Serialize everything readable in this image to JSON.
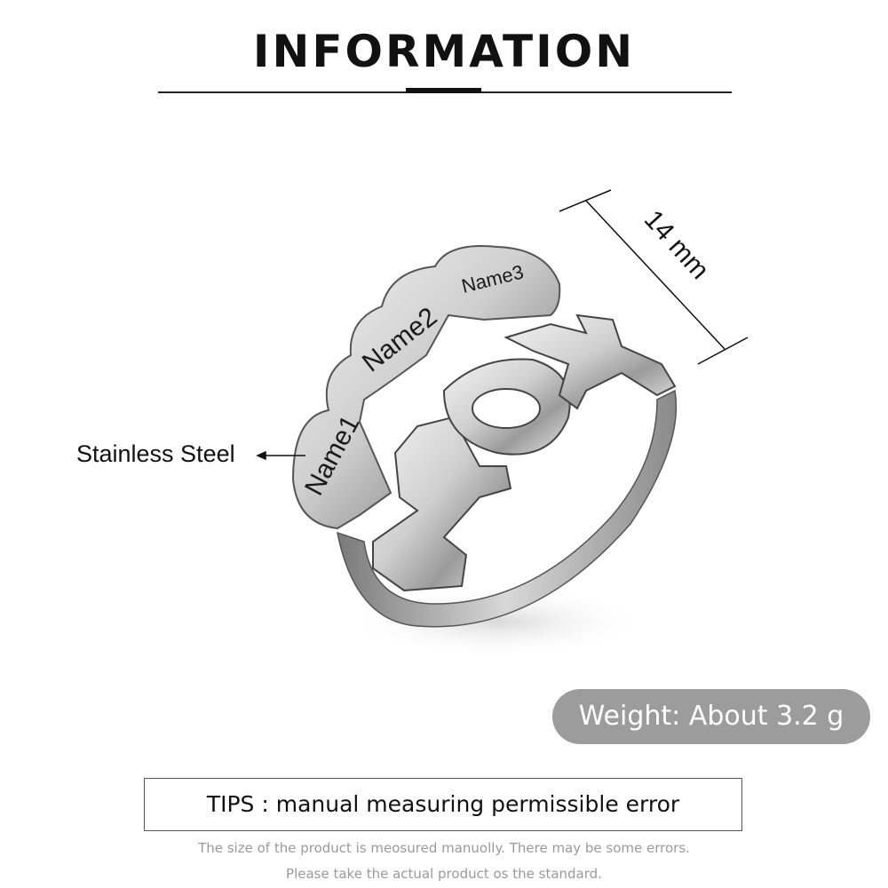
{
  "header": {
    "title": "INFORMATION"
  },
  "product": {
    "material_label": "Stainless Steel",
    "dimension_label": "14 mm",
    "engravings": [
      "Name1",
      "Name2",
      "Name3"
    ],
    "image_icon": "ring-image"
  },
  "weight": {
    "label": "Weight: About 3.2 g"
  },
  "tips": {
    "label": "TIPS : manual measuring permissible error",
    "note_line_1": "The size of the product is meosured manuolly. There may be some errors.",
    "note_line_2": "Please take the actual product os the standard."
  },
  "colors": {
    "pill_background": "#9c9c9c",
    "text": "#111111",
    "note_text": "#9a9a9a"
  }
}
